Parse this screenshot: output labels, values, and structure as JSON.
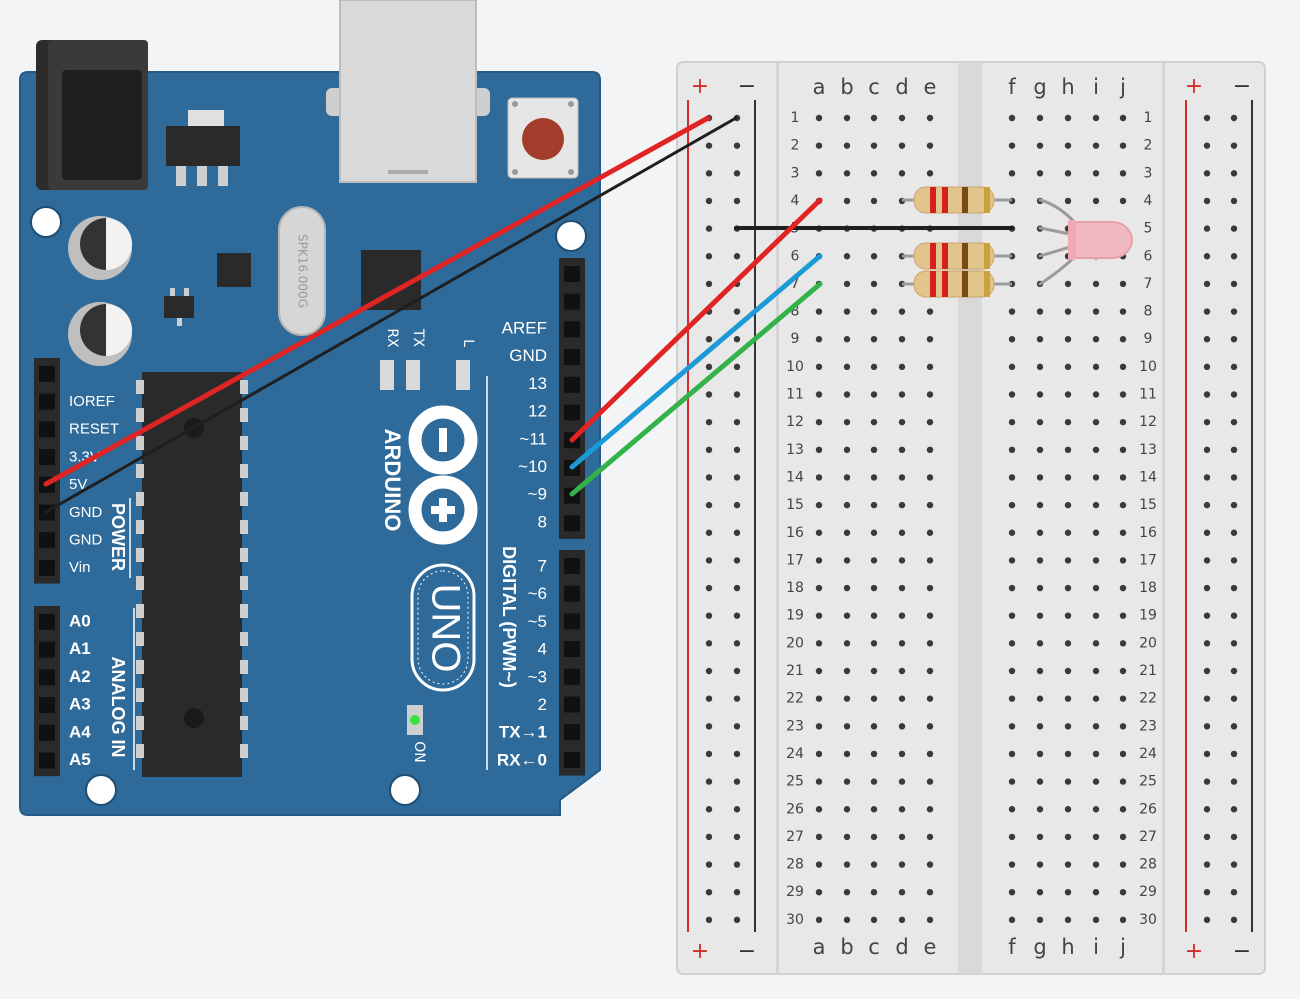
{
  "arduino": {
    "brand": "ARDUINO",
    "model": "UNO",
    "crystal_text": "SPK16.000G",
    "labels": {
      "rx": "RX",
      "tx": "TX",
      "l": "L",
      "on": "ON"
    },
    "power_header": {
      "title": "POWER",
      "pins": [
        "IOREF",
        "RESET",
        "3.3V",
        "5V",
        "GND",
        "GND",
        "Vin"
      ]
    },
    "analog_header": {
      "title": "ANALOG IN",
      "pins": [
        "A0",
        "A1",
        "A2",
        "A3",
        "A4",
        "A5"
      ]
    },
    "digital_header": {
      "title": "DIGITAL (PWM~)",
      "upper_pins": [
        "AREF",
        "GND",
        "13",
        "12",
        "~11",
        "~10",
        "~9",
        "8"
      ],
      "lower_pins": [
        "7",
        "~6",
        "~5",
        "4",
        "~3",
        "2",
        "TX→1",
        "RX←0"
      ]
    },
    "colors": {
      "board": "#2f6b9a",
      "board_edge": "#245a85",
      "power_led": "#39e43a"
    }
  },
  "breadboard": {
    "plus": "+",
    "minus": "−",
    "columns_left": [
      "a",
      "b",
      "c",
      "d",
      "e"
    ],
    "columns_right": [
      "f",
      "g",
      "h",
      "i",
      "j"
    ],
    "rows": [
      "1",
      "2",
      "3",
      "4",
      "5",
      "6",
      "7",
      "8",
      "9",
      "10",
      "11",
      "12",
      "13",
      "14",
      "15",
      "16",
      "17",
      "18",
      "19",
      "20",
      "21",
      "22",
      "23",
      "24",
      "25",
      "26",
      "27",
      "28",
      "29",
      "30"
    ],
    "colors": {
      "body": "#e8e8e8",
      "hole": "#3a3a3a",
      "plus_line": "#d62b2b",
      "minus_line": "#333333"
    }
  },
  "wires": [
    {
      "id": "wire-5v",
      "color": "#e02424"
    },
    {
      "id": "wire-gnd",
      "color": "#1f1f1f"
    },
    {
      "id": "wire-pin11",
      "color": "#e02424"
    },
    {
      "id": "wire-pin10",
      "color": "#1b9ad6"
    },
    {
      "id": "wire-pin9",
      "color": "#33b24a"
    },
    {
      "id": "wire-jumper-row5",
      "color": "#1f1f1f"
    }
  ],
  "components": {
    "resistor": {
      "band_colors": [
        "#d62020",
        "#d62020",
        "#7a4a12",
        "#c9a23b"
      ],
      "body": "#e2c58c"
    },
    "led": {
      "color": "#f2b8c2",
      "type": "RGB LED"
    }
  }
}
